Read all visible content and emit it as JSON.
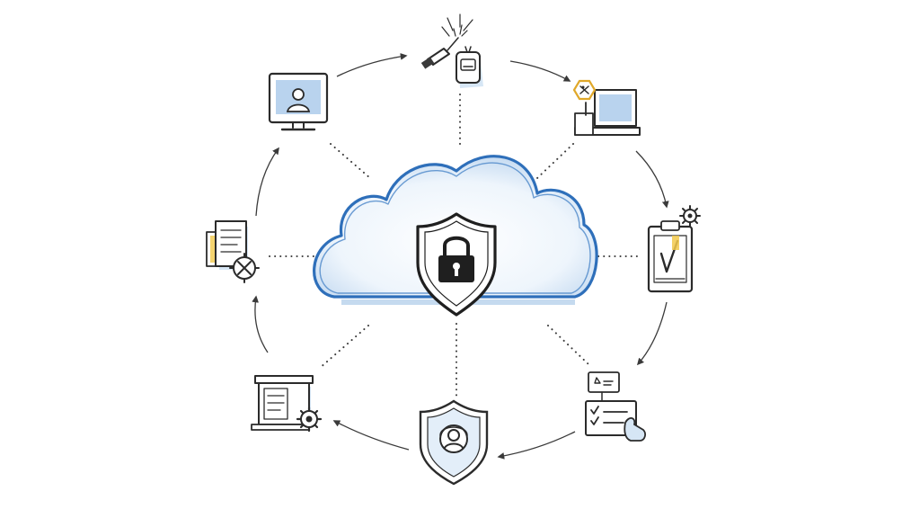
{
  "diagram": {
    "center": {
      "icon": "cloud-shield-lock-icon"
    },
    "nodes": [
      {
        "id": "network-device",
        "icon": "cable-and-router-icon"
      },
      {
        "id": "laptop-settings",
        "icon": "laptop-with-warning-sign-icon"
      },
      {
        "id": "clipboard-config",
        "icon": "clipboard-with-gear-icon"
      },
      {
        "id": "checklist-approval",
        "icon": "checklist-with-hand-icon"
      },
      {
        "id": "security-shield",
        "icon": "shield-with-user-icon"
      },
      {
        "id": "server-settings",
        "icon": "server-cabinet-with-gear-icon"
      },
      {
        "id": "document-tools",
        "icon": "documents-with-tools-icon"
      },
      {
        "id": "monitor-user",
        "icon": "monitor-with-user-icon"
      }
    ],
    "connections": "dotted-spokes-to-center-and-arrow-arcs-between-nodes",
    "colors": {
      "ink": "#2b2b2b",
      "cloud_blue": "#2e6fba",
      "watercolor_wash": "#d6e6f5",
      "accent_yellow": "#f2c94c"
    }
  }
}
